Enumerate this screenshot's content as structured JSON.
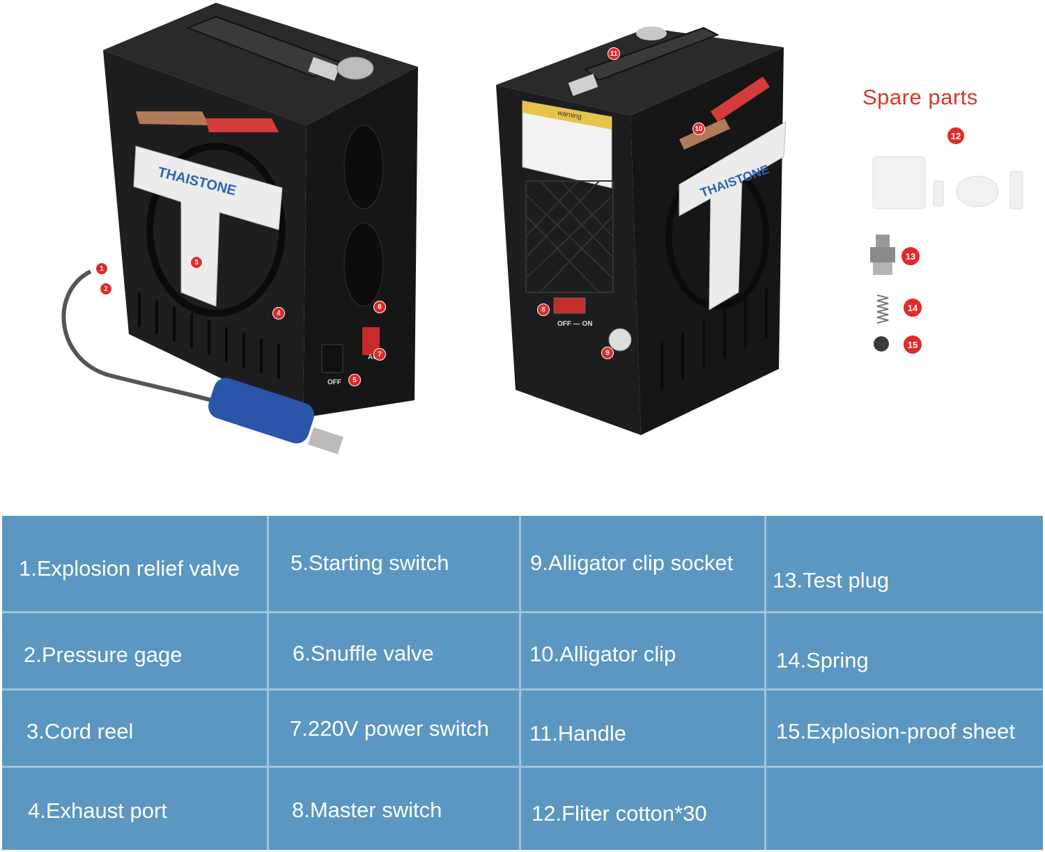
{
  "brand": {
    "logo_text": "THAISTONE"
  },
  "warning_label": {
    "title": "warning"
  },
  "front_switch_labels": {
    "off": "OFF",
    "ac": "AC"
  },
  "rear_switch_labels": {
    "off_on": "OFF — ON"
  },
  "callouts": [
    "1",
    "2",
    "3",
    "4",
    "5",
    "6",
    "7",
    "8",
    "9",
    "10",
    "11",
    "12",
    "13",
    "14",
    "15"
  ],
  "spare_parts": {
    "title": "Spare parts",
    "items": [
      "12",
      "13",
      "14",
      "15"
    ]
  },
  "table": {
    "rows": [
      [
        "1.Explosion relief valve",
        "5.Starting switch",
        "9.Alligator clip socket",
        "13.Test plug"
      ],
      [
        "2.Pressure gage",
        "6.Snuffle valve",
        "10.Alligator clip",
        "14.Spring"
      ],
      [
        "3.Cord reel",
        "7.220V power switch",
        "11.Handle",
        "15.Explosion-proof sheet"
      ],
      [
        "4.Exhaust port",
        "8.Master switch",
        "12.Fliter cotton*30",
        ""
      ]
    ]
  },
  "colors": {
    "table_bg": "#5b97c1",
    "table_border": "#9fc4de",
    "badge": "#e12a2a",
    "spare_title": "#d9342a",
    "device_body": "#1c1c1c",
    "hose_handle": "#2b55a8"
  }
}
